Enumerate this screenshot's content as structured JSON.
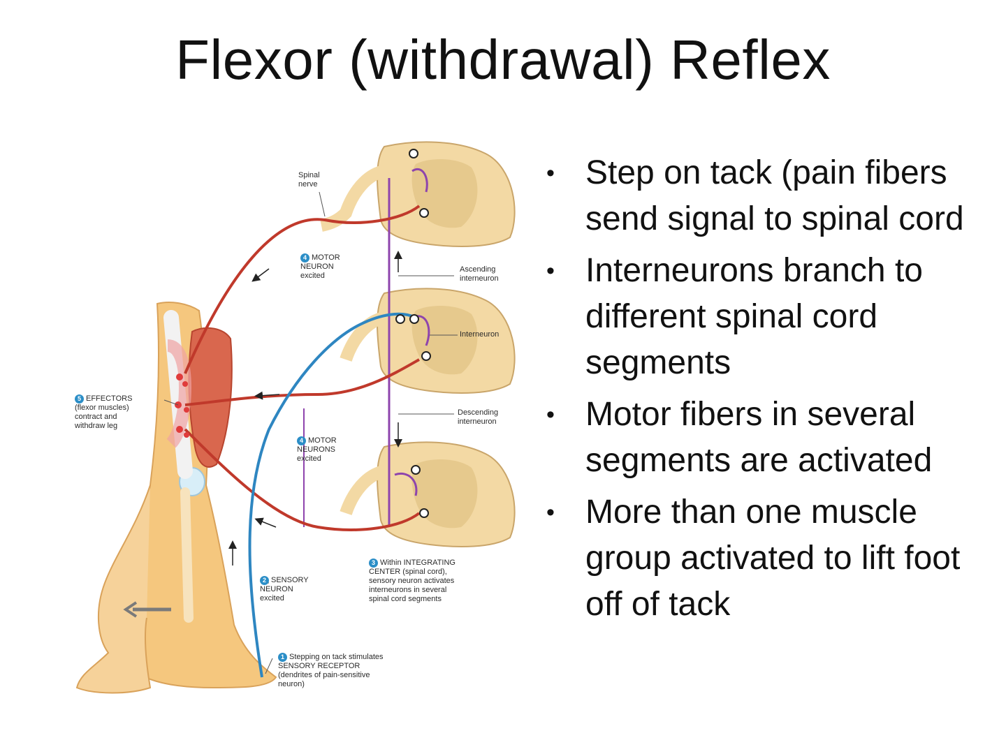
{
  "slide": {
    "title": "Flexor (withdrawal) Reflex"
  },
  "bullets": [
    "Step on tack (pain fibers send signal to spinal cord",
    "Interneurons branch to different spinal cord segments",
    "Motor fibers in several segments are activated",
    "More than one muscle group activated to lift foot off of tack"
  ],
  "diagram": {
    "labels": {
      "spinal_nerve": "Spinal\nnerve",
      "motor_neuron_excited": "MOTOR\nNEURON\nexcited",
      "motor_neuron_num": "4",
      "ascending_interneuron": "Ascending\ninterneuron",
      "interneuron": "Interneuron",
      "effectors_num": "5",
      "effectors": "EFFECTORS\n(flexor muscles)\ncontract and\nwithdraw leg",
      "descending_interneuron": "Descending\ninterneuron",
      "motor_neurons_excited": "MOTOR\nNEURONS\nexcited",
      "motor_neurons_num": "4",
      "integrating_num": "3",
      "integrating_center": "Within INTEGRATING\nCENTER (spinal cord),\nsensory neuron activates\ninterneurons in several\nspinal cord segments",
      "sensory_num": "2",
      "sensory_neuron": "SENSORY\nNEURON\nexcited",
      "receptor_num": "1",
      "receptor": "Stepping on tack stimulates\nSENSORY RECEPTOR\n(dendrites of pain-sensitive\nneuron)"
    },
    "colors": {
      "cord": "#f3d9a4",
      "gray_matter": "#e6c98d",
      "motor": "#c0392b",
      "sensory": "#2e86c1",
      "interneuron": "#8e44ad",
      "muscle": "#d9674e",
      "skin": "#f5c77e"
    }
  }
}
